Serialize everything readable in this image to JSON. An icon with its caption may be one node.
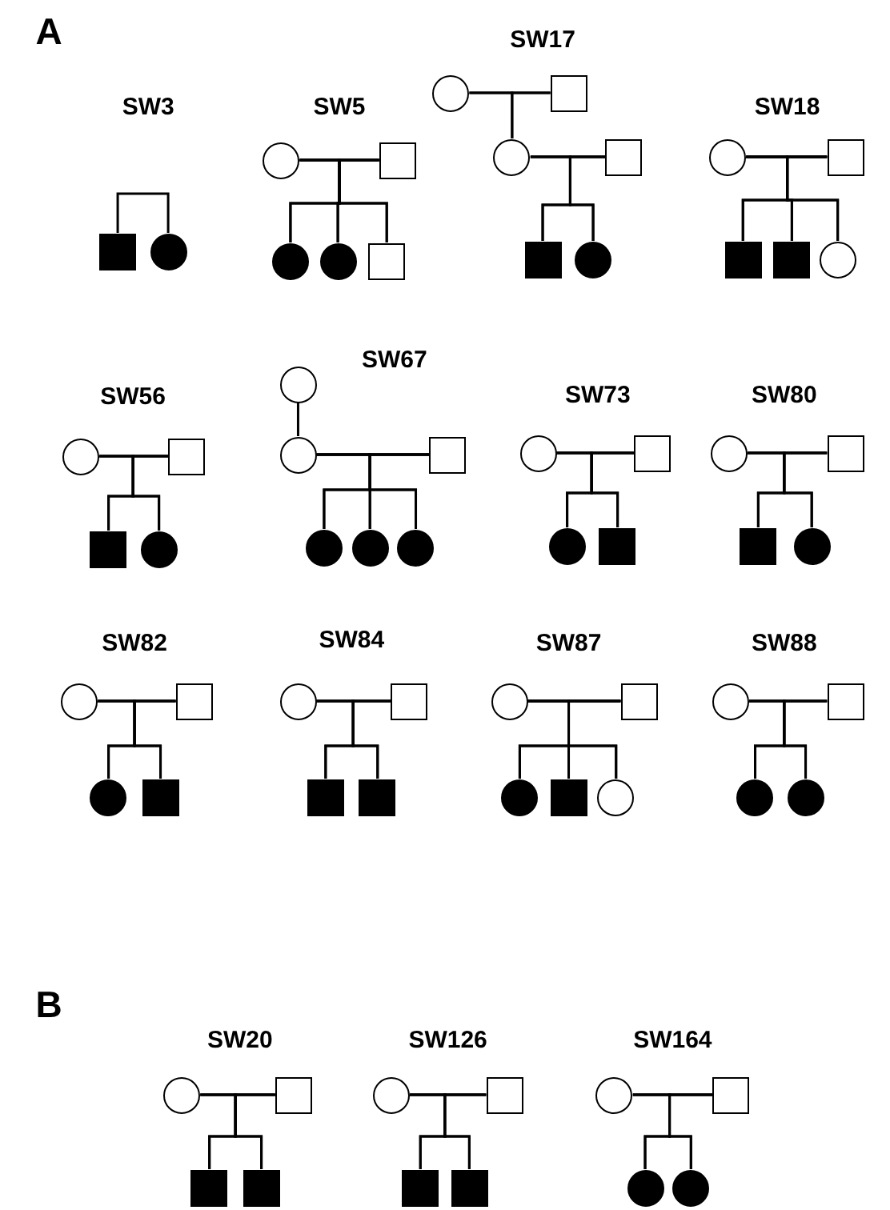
{
  "diagram": {
    "nodes": [
      {
        "text": [],
        "shape": "block"
      },
      {
        "text": [],
        "shape": "disc"
      },
      {
        "text": [],
        "shape": "circle"
      },
      {
        "text": [],
        "shape": "box"
      },
      {
        "text": [],
        "shape": "disc"
      },
      {
        "text": [],
        "shape": "disc"
      },
      {
        "text": [],
        "shape": "box"
      },
      {
        "text": [],
        "shape": "circle"
      },
      {
        "text": [],
        "shape": "box"
      },
      {
        "text": [],
        "shape": "circle"
      },
      {
        "text": [],
        "shape": "box"
      },
      {
        "text": [],
        "shape": "block"
      },
      {
        "text": [],
        "shape": "disc"
      },
      {
        "text": [],
        "shape": "circle"
      },
      {
        "text": [],
        "shape": "box"
      },
      {
        "text": [],
        "shape": "block"
      },
      {
        "text": [],
        "shape": "block"
      },
      {
        "text": [],
        "shape": "circle"
      },
      {
        "text": [],
        "shape": "circle"
      },
      {
        "text": [],
        "shape": "box"
      },
      {
        "text": [],
        "shape": "block"
      },
      {
        "text": [],
        "shape": "disc"
      },
      {
        "text": [],
        "shape": "circle"
      },
      {
        "text": [],
        "shape": "circle"
      },
      {
        "text": [],
        "shape": "box"
      },
      {
        "text": [],
        "shape": "disc"
      },
      {
        "text": [],
        "shape": "disc"
      },
      {
        "text": [],
        "shape": "disc"
      },
      {
        "text": [],
        "shape": "circle"
      },
      {
        "text": [],
        "shape": "box"
      },
      {
        "text": [],
        "shape": "disc"
      },
      {
        "text": [],
        "shape": "block"
      },
      {
        "text": [],
        "shape": "circle"
      },
      {
        "text": [],
        "shape": "box"
      },
      {
        "text": [],
        "shape": "block"
      },
      {
        "text": [],
        "shape": "disc"
      },
      {
        "text": [],
        "shape": "circle"
      },
      {
        "text": [],
        "shape": "box"
      },
      {
        "text": [],
        "shape": "disc"
      },
      {
        "text": [],
        "shape": "block"
      },
      {
        "text": [],
        "shape": "circle"
      },
      {
        "text": [],
        "shape": "box"
      },
      {
        "text": [],
        "shape": "block"
      },
      {
        "text": [],
        "shape": "block"
      },
      {
        "text": [],
        "shape": "circle"
      },
      {
        "text": [],
        "shape": "box"
      },
      {
        "text": [],
        "shape": "disc"
      },
      {
        "text": [],
        "shape": "block"
      },
      {
        "text": [],
        "shape": "circle"
      },
      {
        "text": [],
        "shape": "circle"
      },
      {
        "text": [],
        "shape": "box"
      },
      {
        "text": [],
        "shape": "disc"
      },
      {
        "text": [],
        "shape": "disc"
      },
      {
        "text": [],
        "shape": "circle"
      },
      {
        "text": [],
        "shape": "box"
      },
      {
        "text": [],
        "shape": "block"
      },
      {
        "text": [],
        "shape": "block"
      },
      {
        "text": [],
        "shape": "circle"
      },
      {
        "text": [],
        "shape": "box"
      },
      {
        "text": [],
        "shape": "block"
      },
      {
        "text": [],
        "shape": "block"
      },
      {
        "text": [],
        "shape": "circle"
      },
      {
        "text": [],
        "shape": "box"
      },
      {
        "text": [],
        "shape": "disc"
      },
      {
        "text": [],
        "shape": "disc"
      }
    ],
    "edges": [
      {
        "from": 0,
        "to": 1,
        "arrow": "none"
      },
      {
        "from": 2,
        "to": 3,
        "arrow": "none"
      },
      {
        "from": 2,
        "to": 4,
        "arrow": "none"
      },
      {
        "from": 2,
        "to": 5,
        "arrow": "none"
      },
      {
        "from": 2,
        "to": 6,
        "arrow": "none"
      },
      {
        "from": 3,
        "to": 4,
        "arrow": "none"
      },
      {
        "from": 3,
        "to": 5,
        "arrow": "none"
      },
      {
        "from": 3,
        "to": 6,
        "arrow": "none"
      },
      {
        "from": 7,
        "to": 8,
        "arrow": "none"
      },
      {
        "from": 7,
        "to": 9,
        "arrow": "none"
      },
      {
        "from": 8,
        "to": 9,
        "arrow": "none"
      },
      {
        "from": 9,
        "to": 10,
        "arrow": "none"
      },
      {
        "from": 9,
        "to": 11,
        "arrow": "none"
      },
      {
        "from": 9,
        "to": 12,
        "arrow": "none"
      },
      {
        "from": 10,
        "to": 11,
        "arrow": "none"
      },
      {
        "from": 10,
        "to": 12,
        "arrow": "none"
      },
      {
        "from": 13,
        "to": 14,
        "arrow": "none"
      },
      {
        "from": 13,
        "to": 15,
        "arrow": "none"
      },
      {
        "from": 13,
        "to": 16,
        "arrow": "none"
      },
      {
        "from": 13,
        "to": 17,
        "arrow": "none"
      },
      {
        "from": 14,
        "to": 15,
        "arrow": "none"
      },
      {
        "from": 14,
        "to": 16,
        "arrow": "none"
      },
      {
        "from": 14,
        "to": 17,
        "arrow": "none"
      },
      {
        "from": 18,
        "to": 19,
        "arrow": "none"
      },
      {
        "from": 18,
        "to": 20,
        "arrow": "none"
      },
      {
        "from": 18,
        "to": 21,
        "arrow": "none"
      },
      {
        "from": 19,
        "to": 20,
        "arrow": "none"
      },
      {
        "from": 19,
        "to": 21,
        "arrow": "none"
      },
      {
        "from": 22,
        "to": 23,
        "arrow": "none"
      },
      {
        "from": 23,
        "to": 24,
        "arrow": "none"
      },
      {
        "from": 23,
        "to": 25,
        "arrow": "none"
      },
      {
        "from": 23,
        "to": 26,
        "arrow": "none"
      },
      {
        "from": 23,
        "to": 27,
        "arrow": "none"
      },
      {
        "from": 24,
        "to": 25,
        "arrow": "none"
      },
      {
        "from": 24,
        "to": 26,
        "arrow": "none"
      },
      {
        "from": 24,
        "to": 27,
        "arrow": "none"
      },
      {
        "from": 28,
        "to": 29,
        "arrow": "none"
      },
      {
        "from": 28,
        "to": 30,
        "arrow": "none"
      },
      {
        "from": 28,
        "to": 31,
        "arrow": "none"
      },
      {
        "from": 29,
        "to": 30,
        "arrow": "none"
      },
      {
        "from": 29,
        "to": 31,
        "arrow": "none"
      },
      {
        "from": 32,
        "to": 33,
        "arrow": "none"
      },
      {
        "from": 32,
        "to": 34,
        "arrow": "none"
      },
      {
        "from": 32,
        "to": 35,
        "arrow": "none"
      },
      {
        "from": 33,
        "to": 34,
        "arrow": "none"
      },
      {
        "from": 33,
        "to": 35,
        "arrow": "none"
      },
      {
        "from": 36,
        "to": 37,
        "arrow": "none"
      },
      {
        "from": 36,
        "to": 38,
        "arrow": "none"
      },
      {
        "from": 36,
        "to": 39,
        "arrow": "none"
      },
      {
        "from": 37,
        "to": 38,
        "arrow": "none"
      },
      {
        "from": 37,
        "to": 39,
        "arrow": "none"
      },
      {
        "from": 40,
        "to": 41,
        "arrow": "none"
      },
      {
        "from": 40,
        "to": 42,
        "arrow": "none"
      },
      {
        "from": 40,
        "to": 43,
        "arrow": "none"
      },
      {
        "from": 41,
        "to": 42,
        "arrow": "none"
      },
      {
        "from": 41,
        "to": 43,
        "arrow": "none"
      },
      {
        "from": 44,
        "to": 45,
        "arrow": "none"
      },
      {
        "from": 44,
        "to": 46,
        "arrow": "none"
      },
      {
        "from": 44,
        "to": 47,
        "arrow": "none"
      },
      {
        "from": 44,
        "to": 48,
        "arrow": "none"
      },
      {
        "from": 45,
        "to": 46,
        "arrow": "none"
      },
      {
        "from": 45,
        "to": 47,
        "arrow": "none"
      },
      {
        "from": 45,
        "to": 48,
        "arrow": "none"
      },
      {
        "from": 49,
        "to": 50,
        "arrow": "none"
      },
      {
        "from": 49,
        "to": 51,
        "arrow": "none"
      },
      {
        "from": 49,
        "to": 52,
        "arrow": "none"
      },
      {
        "from": 50,
        "to": 51,
        "arrow": "none"
      },
      {
        "from": 50,
        "to": 52,
        "arrow": "none"
      },
      {
        "from": 53,
        "to": 54,
        "arrow": "none"
      },
      {
        "from": 53,
        "to": 55,
        "arrow": "none"
      },
      {
        "from": 53,
        "to": 56,
        "arrow": "none"
      },
      {
        "from": 54,
        "to": 55,
        "arrow": "none"
      },
      {
        "from": 54,
        "to": 56,
        "arrow": "none"
      },
      {
        "from": 57,
        "to": 58,
        "arrow": "none"
      },
      {
        "from": 57,
        "to": 59,
        "arrow": "none"
      },
      {
        "from": 57,
        "to": 60,
        "arrow": "none"
      },
      {
        "from": 58,
        "to": 59,
        "arrow": "none"
      },
      {
        "from": 58,
        "to": 60,
        "arrow": "none"
      },
      {
        "from": 61,
        "to": 62,
        "arrow": "none"
      },
      {
        "from": 61,
        "to": 63,
        "arrow": "none"
      },
      {
        "from": 61,
        "to": 64,
        "arrow": "none"
      },
      {
        "from": 62,
        "to": 63,
        "arrow": "none"
      },
      {
        "from": 62,
        "to": 64,
        "arrow": "none"
      }
    ],
    "labels": [
      "A",
      "SW3",
      "SW5",
      "SW17",
      "SW18",
      "SW56",
      "SW67",
      "SW73",
      "SW80",
      "SW82",
      "SW84",
      "SW87",
      "SW88",
      "B",
      "SW20",
      "SW126",
      "SW164"
    ]
  }
}
